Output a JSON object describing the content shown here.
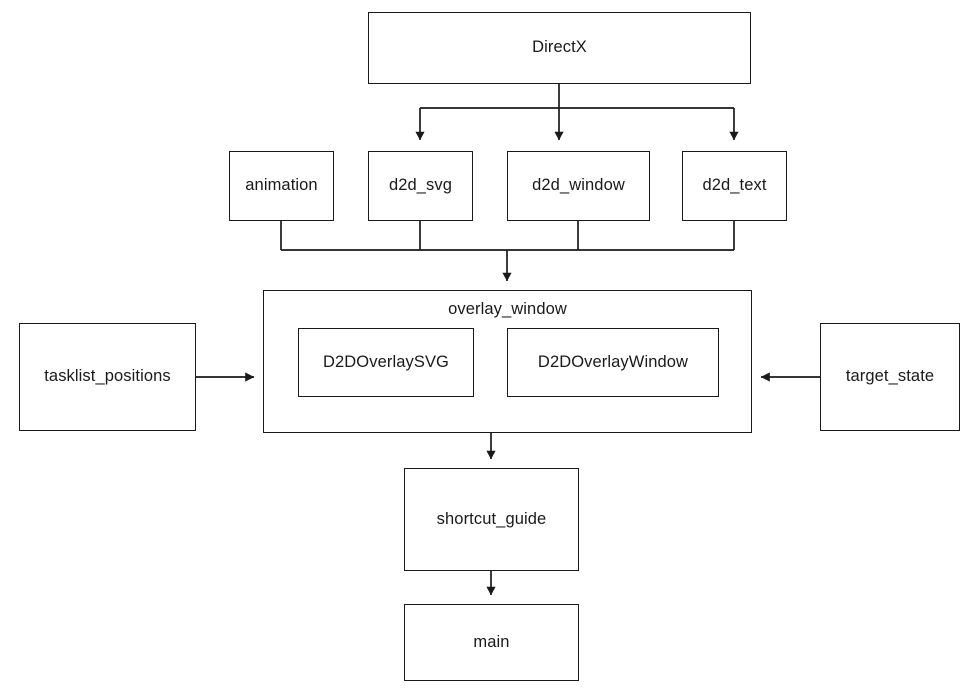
{
  "diagram": {
    "title": "DirectX module dependency diagram",
    "type": "flowchart",
    "background_color": "#ffffff",
    "stroke_color": "#1a1a1a",
    "text_color": "#1a1a1a",
    "nodes": {
      "directx": "DirectX",
      "animation": "animation",
      "d2d_svg": "d2d_svg",
      "d2d_window": "d2d_window",
      "d2d_text": "d2d_text",
      "overlay_window": "overlay_window",
      "d2d_overlay_svg": "D2DOverlaySVG",
      "d2d_overlay_window": "D2DOverlayWindow",
      "tasklist_positions": "tasklist_positions",
      "target_state": "target_state",
      "shortcut_guide": "shortcut_guide",
      "main": "main"
    },
    "edges": [
      {
        "from": "directx",
        "to": "d2d_svg",
        "arrow": "down"
      },
      {
        "from": "directx",
        "to": "d2d_window",
        "arrow": "down"
      },
      {
        "from": "directx",
        "to": "d2d_text",
        "arrow": "down"
      },
      {
        "from": "animation",
        "to": "overlay_window",
        "arrow": "down"
      },
      {
        "from": "d2d_svg",
        "to": "overlay_window",
        "arrow": "down"
      },
      {
        "from": "d2d_window",
        "to": "overlay_window",
        "arrow": "down"
      },
      {
        "from": "d2d_text",
        "to": "overlay_window",
        "arrow": "down"
      },
      {
        "from": "tasklist_positions",
        "to": "overlay_window",
        "arrow": "right"
      },
      {
        "from": "target_state",
        "to": "overlay_window",
        "arrow": "left"
      },
      {
        "from": "overlay_window",
        "to": "shortcut_guide",
        "arrow": "down"
      },
      {
        "from": "shortcut_guide",
        "to": "main",
        "arrow": "down"
      }
    ]
  }
}
